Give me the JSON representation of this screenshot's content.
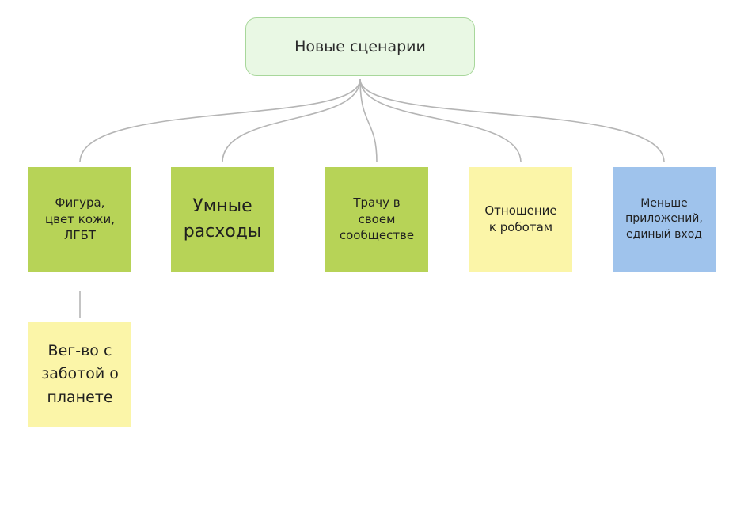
{
  "root": {
    "label": "Новые сценарии"
  },
  "notes": [
    {
      "label": "Фигура,\nцвет кожи,\nЛГБТ",
      "color": "#b7d357"
    },
    {
      "label": "Умные\nрасходы",
      "color": "#b7d357"
    },
    {
      "label": "Трачу в\nсвоем\nсообществе",
      "color": "#b7d357"
    },
    {
      "label": "Отношение\nк роботам",
      "color": "#fbf5a8"
    },
    {
      "label": "Меньше\nприложений,\nединый вход",
      "color": "#9fc3ec"
    },
    {
      "label": "Вег-во с\nзаботой о\nпланете",
      "color": "#fbf5a8"
    }
  ],
  "colors": {
    "root_fill": "#e9f8e4",
    "root_border": "#a8d79b",
    "connector": "#b5b5b5"
  }
}
